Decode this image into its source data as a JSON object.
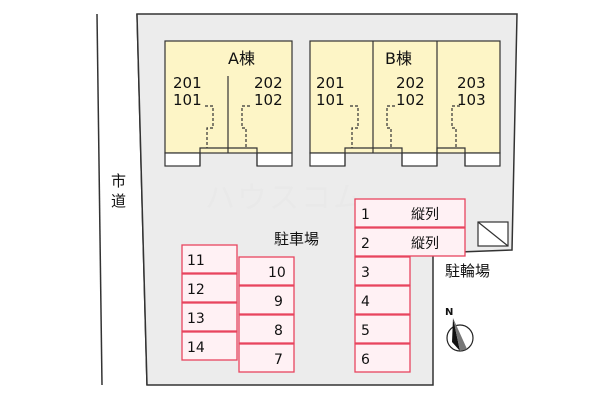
{
  "road": {
    "label_chars": [
      "市",
      "道"
    ]
  },
  "buildings": [
    {
      "title": "A棟",
      "units": [
        [
          "201",
          "101"
        ],
        [
          "202",
          "102"
        ]
      ]
    },
    {
      "title": "B棟",
      "units": [
        [
          "201",
          "101"
        ],
        [
          "202",
          "102"
        ],
        [
          "203",
          "103"
        ]
      ]
    }
  ],
  "parking": {
    "label": "駐車場",
    "right_column": [
      {
        "number": "1",
        "note": "縦列"
      },
      {
        "number": "2",
        "note": "縦列"
      },
      {
        "number": "3",
        "note": ""
      },
      {
        "number": "4",
        "note": ""
      },
      {
        "number": "5",
        "note": ""
      },
      {
        "number": "6",
        "note": ""
      }
    ],
    "left_column": [
      "11",
      "12",
      "13",
      "14"
    ],
    "middle_column": [
      "10",
      "9",
      "8",
      "7"
    ]
  },
  "bicycle_parking": {
    "label": "駐輪場"
  },
  "compass": {
    "north_label": "N"
  },
  "watermark": "ハウスコム",
  "colors": {
    "lot": "#ececec",
    "building": "#fdf5c6",
    "parking_fill": "#fff1f4",
    "parking_stroke": "#e8455f"
  }
}
